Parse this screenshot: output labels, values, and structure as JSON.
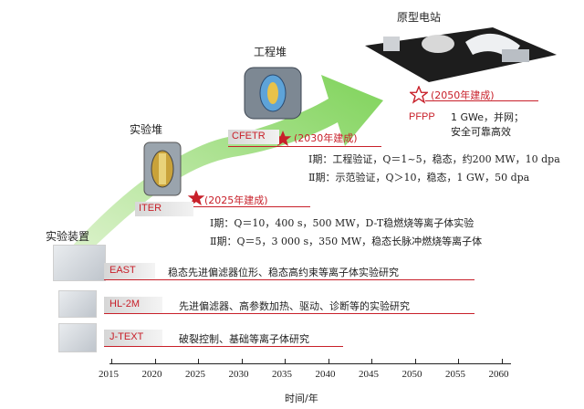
{
  "stages": {
    "experimental": "实验装置",
    "experimental_reactor": "实验堆",
    "engineering_reactor": "工程堆",
    "prototype_plant": "原型电站"
  },
  "devices": {
    "east": {
      "name": "EAST",
      "desc": "稳态先进偏滤器位形、稳态高约束等离子体实验研究"
    },
    "hl2m": {
      "name": "HL-2M",
      "desc": "先进偏滤器、高参数加热、驱动、诊断等的实验研究"
    },
    "jtext": {
      "name": "J-TEXT",
      "desc": "破裂控制、基础等离子体研究"
    },
    "iter": {
      "name": "ITER",
      "year": "(2025年建成)",
      "phase1": "Ⅰ期：Q＝10，400 s，500 MW，D-T稳燃烧等离子体实验",
      "phase2": "Ⅱ期：Q＝5，3 000 s，350 MW，稳态长脉冲燃烧等离子体"
    },
    "cfetr": {
      "name": "CFETR",
      "year": "(2030年建成)",
      "phase1": "Ⅰ期：工程验证，Q＝1~5，稳态，约200 MW，10 dpa",
      "phase2": "Ⅱ期：示范验证，Q＞10，稳态，1 GW，50 dpa"
    },
    "pfpp": {
      "name": "PFPP",
      "year": "(2050年建成)",
      "line1": "1 GWe，并网；",
      "line2": "安全可靠高效"
    }
  },
  "axis": {
    "title": "时间/年",
    "ticks": [
      "2015",
      "2020",
      "2025",
      "2030",
      "2035",
      "2040",
      "2045",
      "2050",
      "2055",
      "2060"
    ]
  },
  "colors": {
    "accent_red": "#c8202a",
    "arrow_green": "#8fd96a",
    "axis": "#222222"
  }
}
